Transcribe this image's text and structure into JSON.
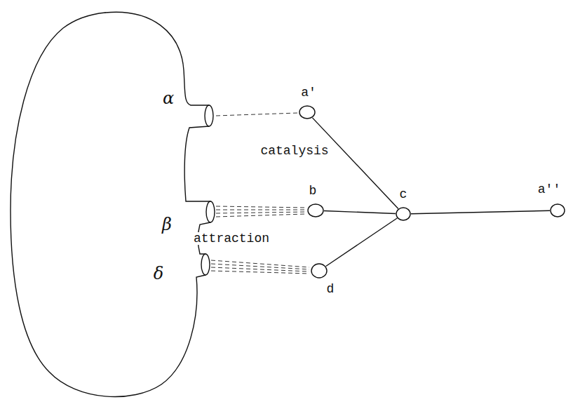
{
  "diagram": {
    "nodes": [
      {
        "text": [
          "a'"
        ]
      },
      {
        "text": [
          "b"
        ]
      },
      {
        "text": [
          "c"
        ]
      },
      {
        "text": [
          "a''"
        ]
      },
      {
        "text": [
          "d"
        ]
      }
    ],
    "edges": [
      {
        "from": 0,
        "to": 2,
        "arrow": "none"
      },
      {
        "from": 1,
        "to": 2,
        "arrow": "none"
      },
      {
        "from": 2,
        "to": 3,
        "arrow": "none"
      },
      {
        "from": 4,
        "to": 2,
        "arrow": "none"
      }
    ],
    "labels": [
      "α",
      "catalysis",
      "β",
      "attraction",
      "δ"
    ]
  }
}
